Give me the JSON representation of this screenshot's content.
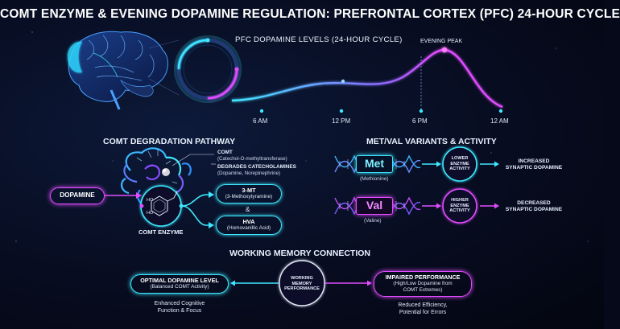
{
  "title": "COMT ENZYME & EVENING DOPAMINE REGULATION: PREFRONTAL CORTEX (PFC) 24-HOUR CYCLE",
  "colors": {
    "cyan": "#3ee8ff",
    "magenta": "#e24cff",
    "purple": "#a24dff",
    "background": "#05091a"
  },
  "icons": [
    "brain-icon",
    "clock-ring-icon",
    "enzyme-protein-icon",
    "molecule-icon",
    "dna-met-icon",
    "dna-val-icon"
  ],
  "cycle": {
    "heading": "PFC DOPAMINE LEVELS (24-HOUR CYCLE)",
    "peak_label": "EVENING PEAK",
    "ticks": [
      "6 AM",
      "12 PM",
      "6 PM",
      "12 AM"
    ]
  },
  "pathway": {
    "heading": "COMT DEGRADATION PATHWAY",
    "comt_title": "COMT",
    "comt_full": "(Catechol-O-methyltransferase)",
    "degrades_title": "DEGRADES CATECHOLAMINES",
    "degrades_detail": "(Dopamine, Norepinephrine)",
    "input": "DOPAMINE",
    "enzyme_label": "COMT ENZYME",
    "mol_ho1": "HO",
    "mol_ho2": "HO",
    "product1_title": "3-MT",
    "product1_detail": "(3-Methoxytyramine)",
    "amp": "&",
    "product2_title": "HVA",
    "product2_detail": "(Homovanillic Acid)"
  },
  "variants": {
    "heading": "MET/VAL VARIANTS & ACTIVITY",
    "met": {
      "name": "Met",
      "detail": "(Methionine)",
      "activity": [
        "LOWER",
        "ENZYME",
        "ACTIVITY"
      ],
      "result": [
        "INCREASED",
        "SYNAPTIC DOPAMINE"
      ]
    },
    "val": {
      "name": "Val",
      "detail": "(Valine)",
      "activity": [
        "HIGHER",
        "ENZYME",
        "ACTIVITY"
      ],
      "result": [
        "DECREASED",
        "SYNAPTIC DOPAMINE"
      ]
    }
  },
  "memory": {
    "heading": "WORKING MEMORY CONNECTION",
    "optimal_title": "OPTIMAL DOPAMINE LEVEL",
    "optimal_detail": "(Balanced COMT Activity)",
    "optimal_note": [
      "Enhanced Cognitive",
      "Function & Focus"
    ],
    "center": [
      "WORKING",
      "MEMORY",
      "PERFORMANCE"
    ],
    "impaired_title": "IMPAIRED PERFORMANCE",
    "impaired_detail": [
      "(High/Low Dopamine from",
      "COMT Extremes)"
    ],
    "impaired_note": [
      "Reduced Efficiency,",
      "Potential for Errors"
    ]
  }
}
